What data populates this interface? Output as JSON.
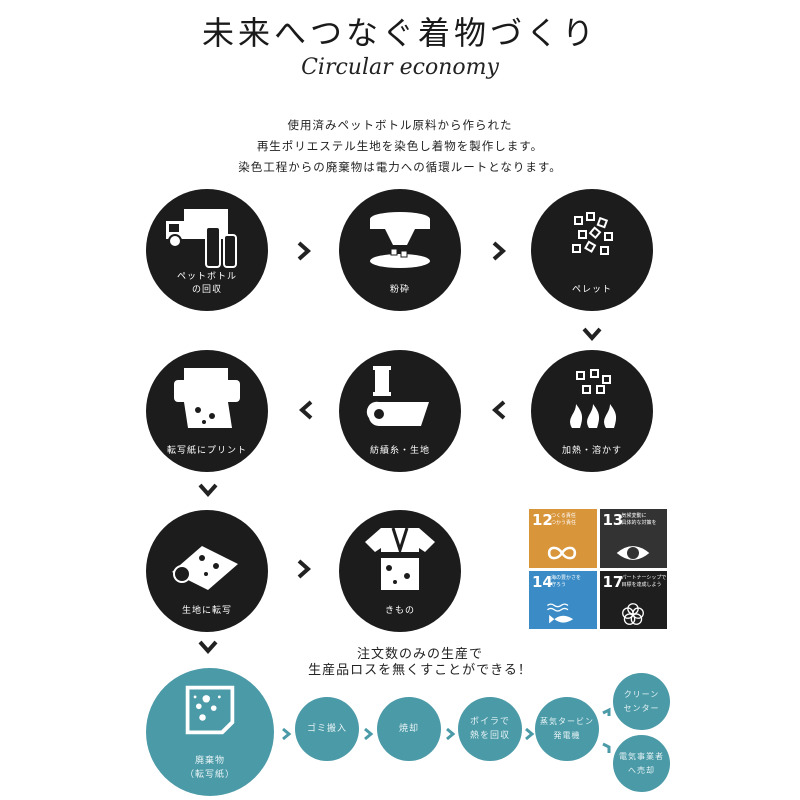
{
  "header": {
    "title": "未来へつなぐ着物づくり",
    "subtitle": "Circular economy"
  },
  "intro": [
    "使用済みペットボトル原料から作られた",
    "再生ポリエステル生地を染色し着物を製作します。",
    "染色工程からの廃棄物は電力への循環ルートとなります。"
  ],
  "steps": [
    {
      "label": "ペットボトル\nの回収",
      "icon": "truck-bottles-icon"
    },
    {
      "label": "粉砕",
      "icon": "crusher-icon"
    },
    {
      "label": "ペレット",
      "icon": "pellets-icon"
    },
    {
      "label": "加熱・溶かす",
      "icon": "pellets-fire-icon"
    },
    {
      "label": "紡績糸・生地",
      "icon": "thread-fabric-icon"
    },
    {
      "label": "転写紙にプリント",
      "icon": "printer-icon"
    },
    {
      "label": "生地に転写",
      "icon": "fabric-transfer-icon"
    },
    {
      "label": "きもの",
      "icon": "kimono-icon"
    }
  ],
  "sdgs": [
    {
      "number": "12",
      "text": "つくる責任\nつかう責任",
      "color": "#d9953a",
      "icon": "infinity-icon"
    },
    {
      "number": "13",
      "text": "気候変動に\n具体的な対策を",
      "color": "#333333",
      "icon": "eye-earth-icon"
    },
    {
      "number": "14",
      "text": "海の豊かさを\n守ろう",
      "color": "#3b8cc6",
      "icon": "fish-icon"
    },
    {
      "number": "17",
      "text": "パートナーシップで\n目標を達成しよう",
      "color": "#1e1e1e",
      "icon": "partnership-rings-icon"
    }
  ],
  "note": "注文数のみの生産で\n生産品ロスを無くすことができる！",
  "waste_flow": {
    "source": "廃棄物\n（転写紙）",
    "steps": [
      "ゴミ搬入",
      "焼却",
      "ボイラで\n熱を回収",
      "蒸気タービン\n発電機"
    ],
    "outputs": [
      "クリーン\nセンター",
      "電気事業者\nへ売却"
    ],
    "color": "#4b9aa7"
  }
}
